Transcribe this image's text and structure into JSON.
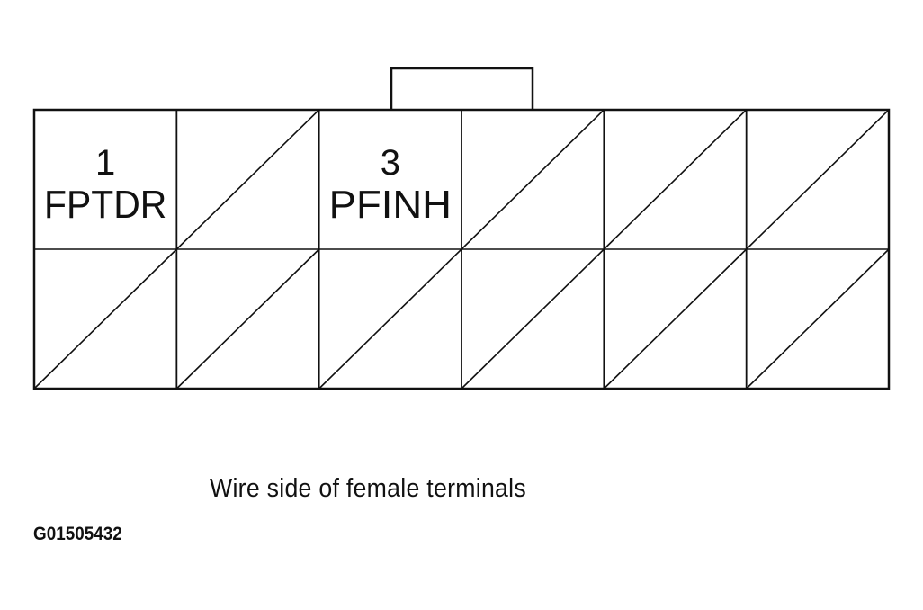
{
  "connector": {
    "view": "Wire side of female terminals",
    "figure_id": "G01505432",
    "rows": 2,
    "columns": 6,
    "cells": [
      {
        "row": 0,
        "col": 0,
        "number": "1",
        "signal": "FPTDR",
        "used": true
      },
      {
        "row": 0,
        "col": 1,
        "number": "",
        "signal": "",
        "used": false
      },
      {
        "row": 0,
        "col": 2,
        "number": "3",
        "signal": "PFINH",
        "used": true
      },
      {
        "row": 0,
        "col": 3,
        "number": "",
        "signal": "",
        "used": false
      },
      {
        "row": 0,
        "col": 4,
        "number": "",
        "signal": "",
        "used": false
      },
      {
        "row": 0,
        "col": 5,
        "number": "",
        "signal": "",
        "used": false
      },
      {
        "row": 1,
        "col": 0,
        "number": "",
        "signal": "",
        "used": false
      },
      {
        "row": 1,
        "col": 1,
        "number": "",
        "signal": "",
        "used": false
      },
      {
        "row": 1,
        "col": 2,
        "number": "",
        "signal": "",
        "used": false
      },
      {
        "row": 1,
        "col": 3,
        "number": "",
        "signal": "",
        "used": false
      },
      {
        "row": 1,
        "col": 4,
        "number": "",
        "signal": "",
        "used": false
      },
      {
        "row": 1,
        "col": 5,
        "number": "",
        "signal": "",
        "used": false
      }
    ]
  }
}
